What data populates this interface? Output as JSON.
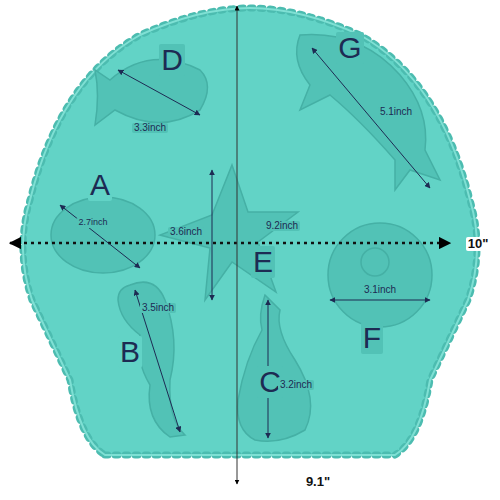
{
  "diagram": {
    "labels": [
      "D",
      "3.3inch",
      "G",
      "5.1inch",
      "A",
      "2.7inch",
      "3.6inch",
      "E",
      "9.2inch",
      "10\"",
      "F",
      "3.1inch",
      "B",
      "3.5inch",
      "C",
      "3.2inch",
      "9.1\""
    ]
  }
}
